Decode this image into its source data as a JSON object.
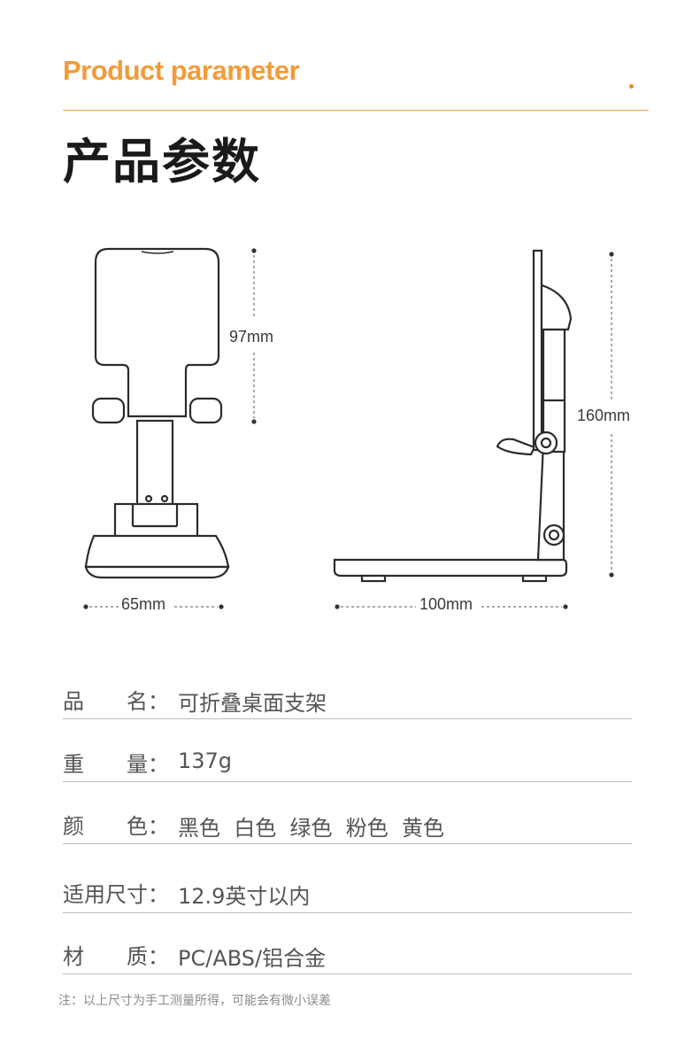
{
  "header": {
    "title_en": "Product parameter",
    "title_cn": "产品参数",
    "accent_color": "#f29b38"
  },
  "diagram": {
    "height_top": "97mm",
    "width_front": "65mm",
    "depth_side": "100mm",
    "height_side": "160mm"
  },
  "specs": [
    {
      "key": "品　　名：",
      "value": "可折叠桌面支架"
    },
    {
      "key": "重　　量：",
      "value": "137g"
    },
    {
      "key": "颜　　色：",
      "value": "黑色  白色  绿色  粉色  黄色"
    },
    {
      "key": "适用尺寸：",
      "value": "12.9英寸以内"
    },
    {
      "key": "材　　质：",
      "value": "PC/ABS/铝合金"
    }
  ],
  "note": "注：以上尺寸为手工测量所得，可能会有微小误差"
}
